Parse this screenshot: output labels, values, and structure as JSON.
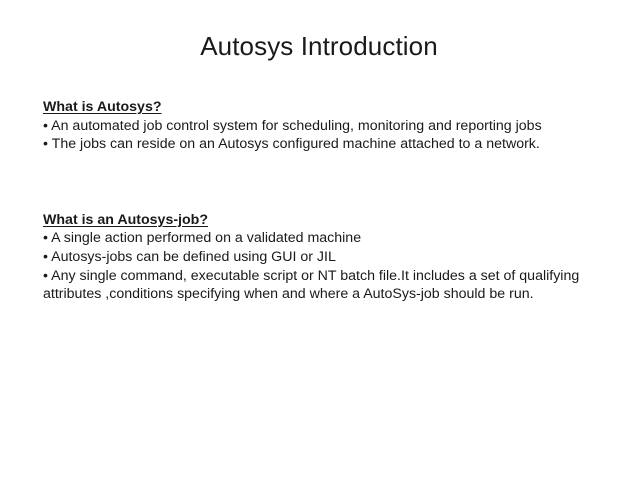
{
  "slide": {
    "title": "Autosys Introduction",
    "background_color": "#ffffff",
    "text_color": "#1a1a1a",
    "bullet_glyph": "•",
    "sections": [
      {
        "heading": "What is Autosys?",
        "bullets": [
          "An automated job control system for scheduling, monitoring and reporting jobs",
          "The jobs can reside on an Autosys configured machine attached to a network."
        ]
      },
      {
        "heading": "What is an Autosys-job?",
        "bullets": [
          "A single action performed on a validated machine",
          "Autosys-jobs can be defined using GUI or JIL",
          "Any single command, executable script or NT batch file.It includes a set of qualifying attributes ,conditions specifying when and where a AutoSys-job should be run."
        ]
      }
    ]
  }
}
